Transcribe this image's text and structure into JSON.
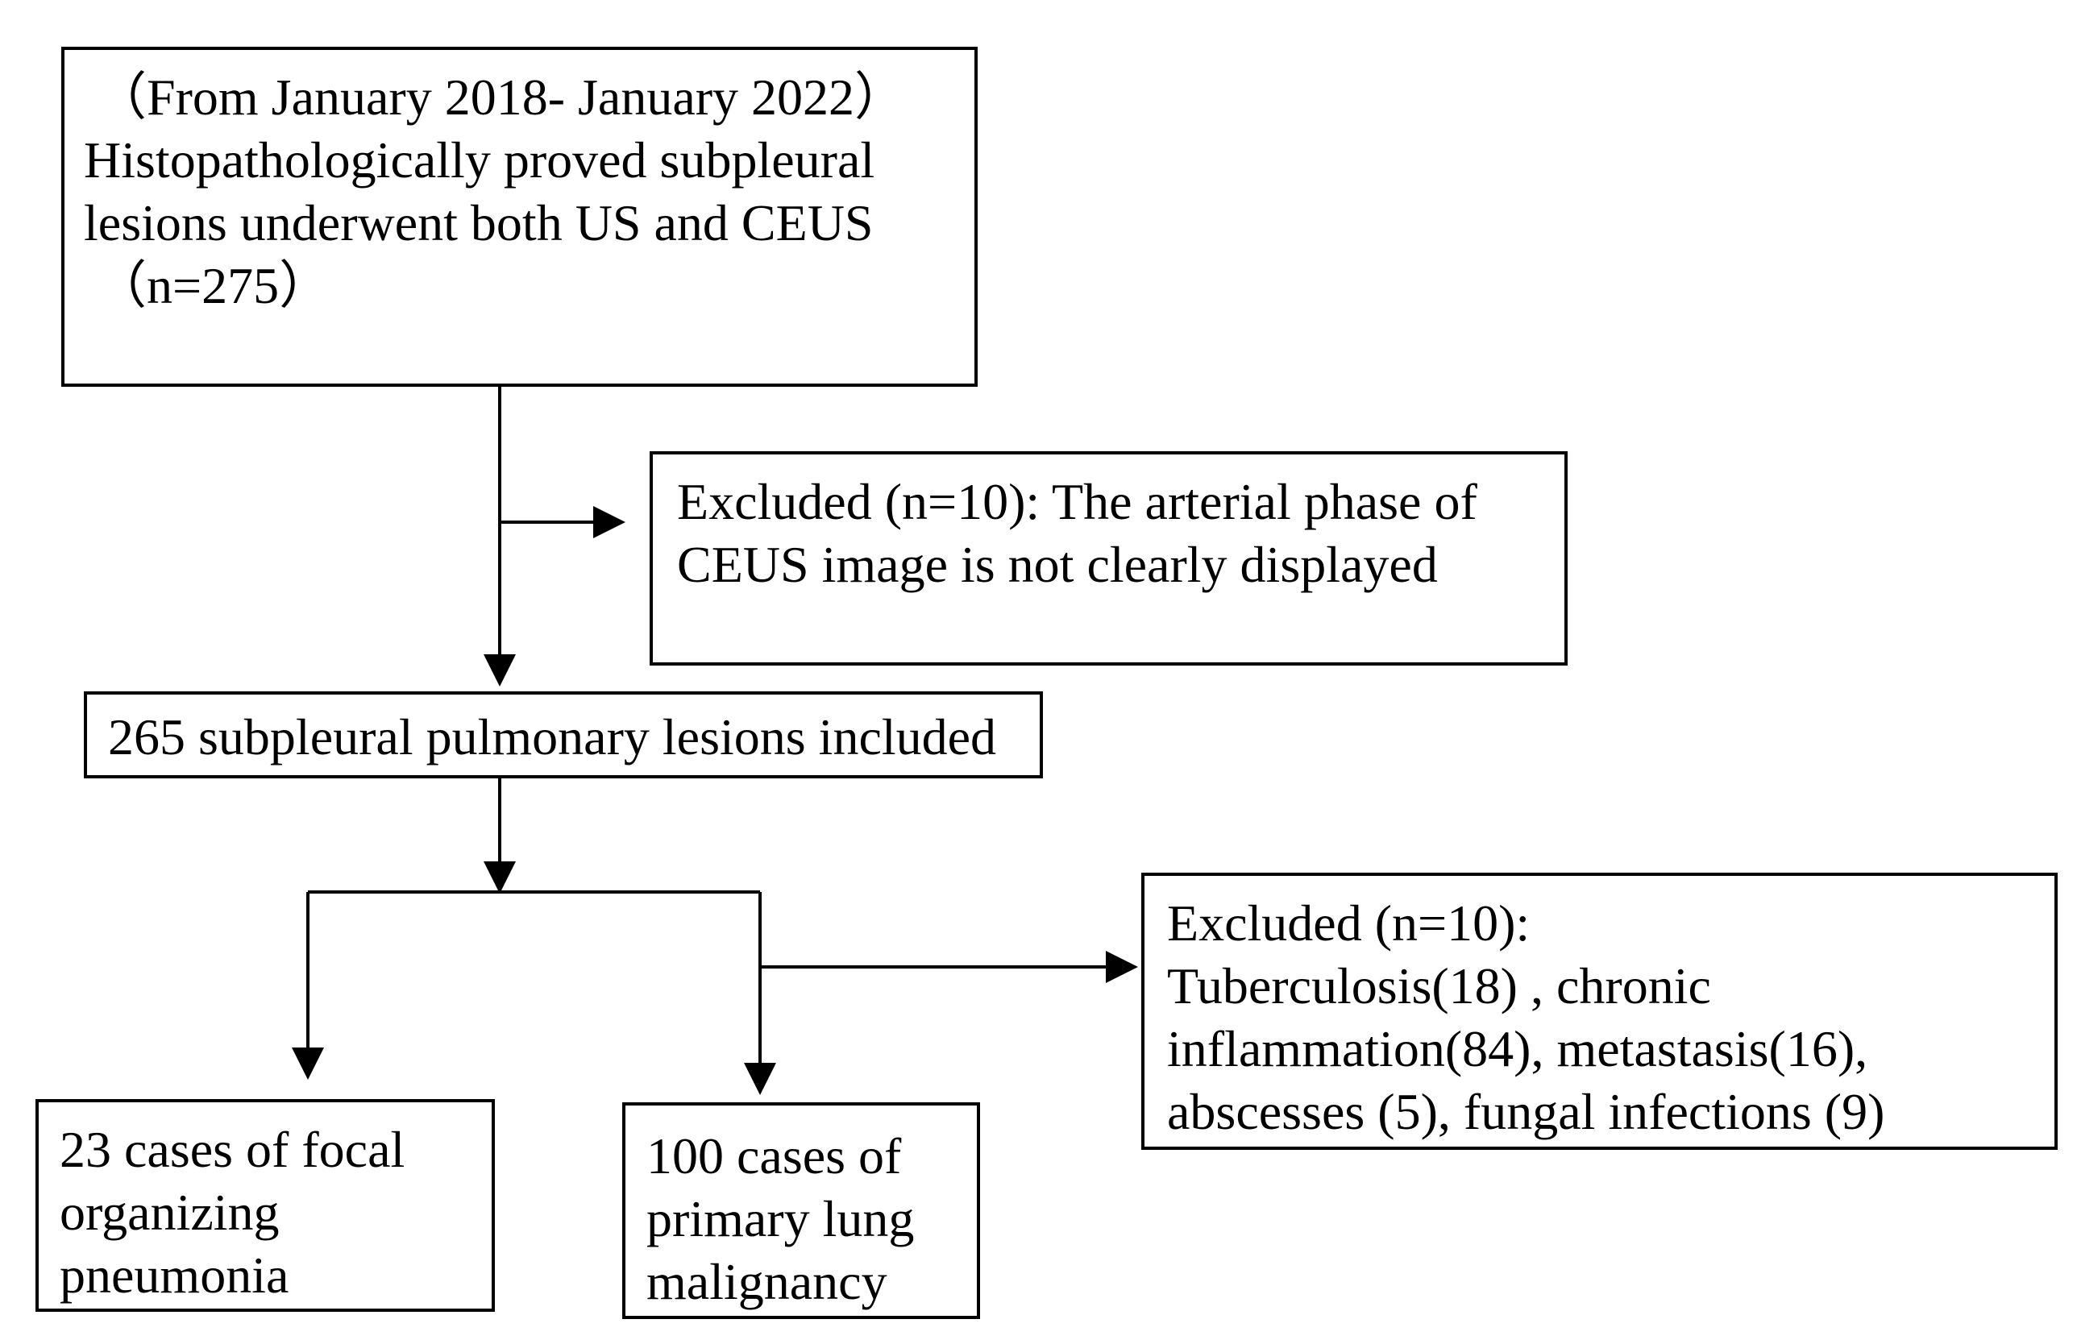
{
  "flowchart": {
    "start": {
      "lines": [
        "（From January 2018- January 2022）",
        "Histopathologically proved subpleural",
        "lesions underwent both US and CEUS",
        "（n=275）"
      ]
    },
    "exclusion1": {
      "lines": [
        "Excluded (n=10): The arterial phase of",
        "CEUS image is not clearly displayed"
      ]
    },
    "included": {
      "text": "265 subpleural pulmonary lesions included"
    },
    "exclusion2": {
      "lines": [
        "Excluded (n=10):",
        "Tuberculosis(18) , chronic",
        "inflammation(84), metastasis(16),",
        "abscesses (5), fungal infections (9)"
      ]
    },
    "group1": {
      "lines": [
        "23 cases of focal",
        "organizing",
        "pneumonia"
      ]
    },
    "group2": {
      "lines": [
        "100 cases of",
        "primary lung",
        "malignancy"
      ]
    }
  }
}
